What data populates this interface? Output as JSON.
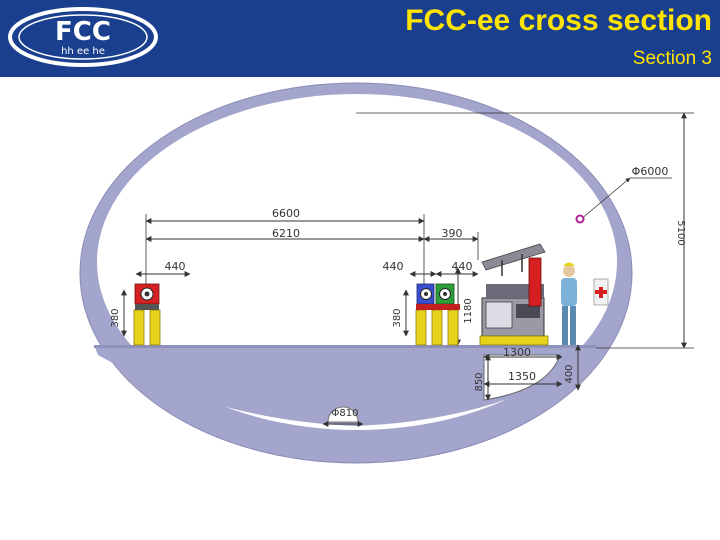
{
  "header": {
    "logo_top": "FCC",
    "logo_bottom": "hh ee he",
    "title": "FCC-ee cross section",
    "subtitle": "Section 3"
  },
  "colors": {
    "header_bg": "#1a3f8f",
    "title": "#ffe400",
    "tunnel": "#a3a5cc"
  },
  "dimensions": {
    "d6600": "6600",
    "d6210": "6210",
    "d390": "390",
    "d440_left": "440",
    "d440_mid": "440",
    "d440_right": "440",
    "d380_left": "380",
    "d380_right": "380",
    "d1180": "1180",
    "d1300": "1300",
    "d1350": "1350",
    "d850": "850",
    "d400": "400",
    "d5100": "5100",
    "phi6000": "Φ6000",
    "phi810": "Φ810"
  }
}
